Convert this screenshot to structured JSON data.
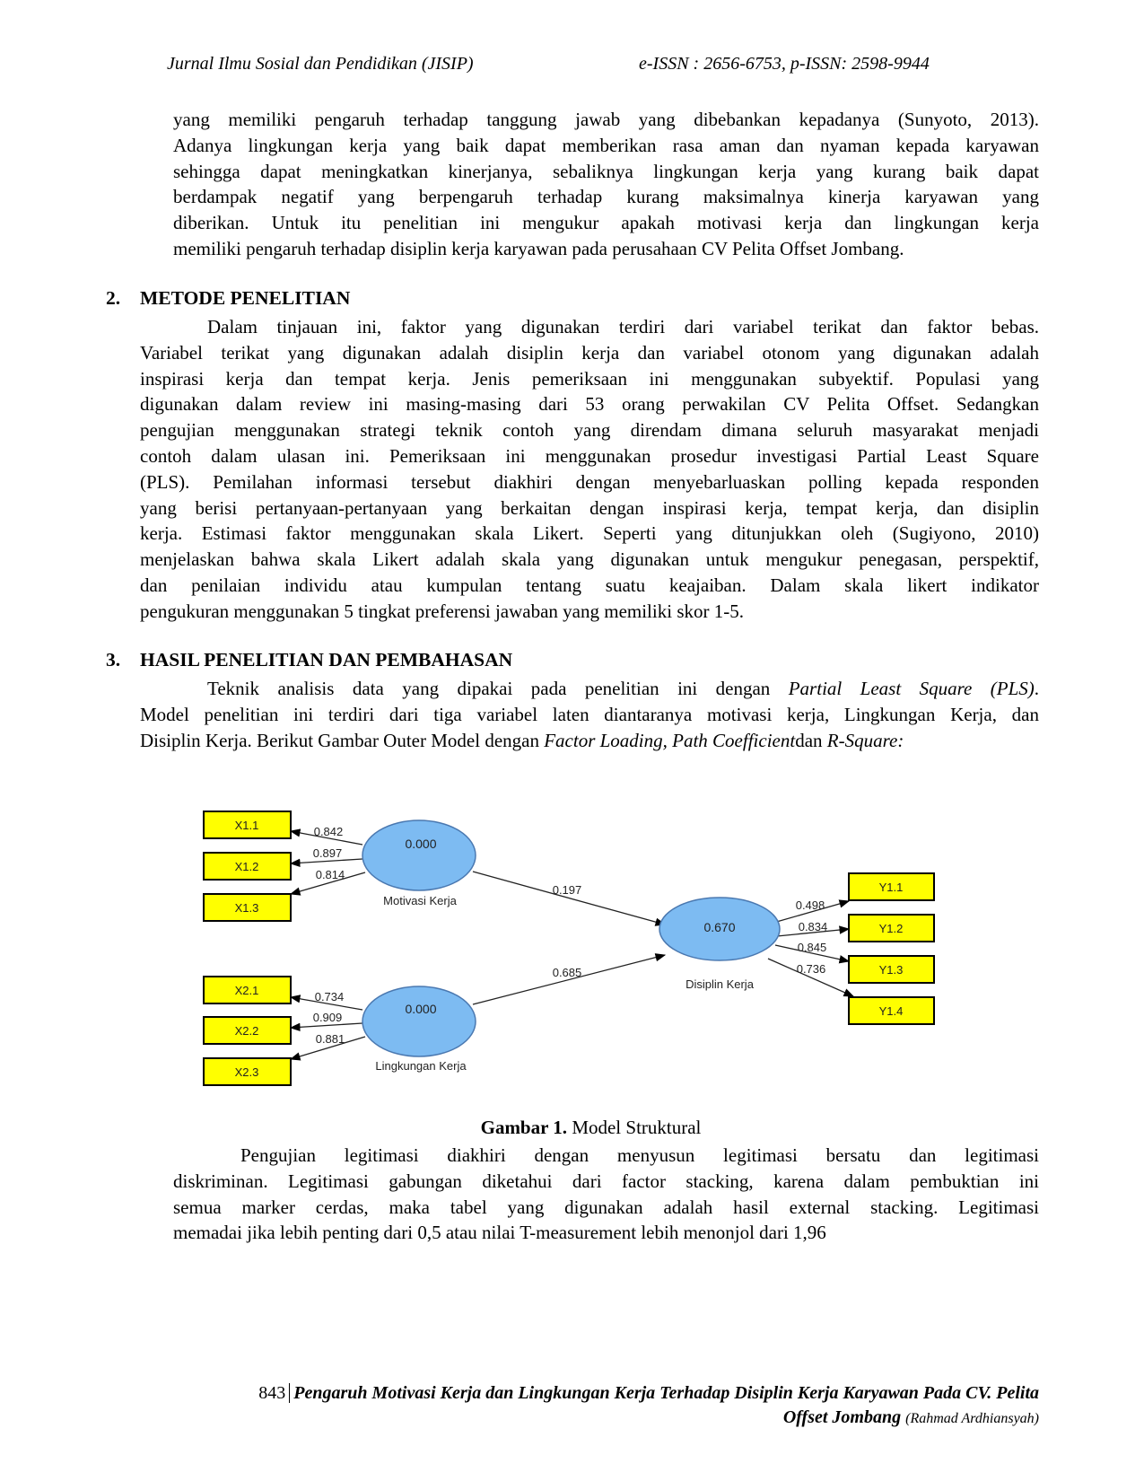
{
  "header": {
    "journal": "Jurnal Ilmu Sosial dan Pendidikan (JISIP)",
    "issn": "e-ISSN  : 2656-6753, p-ISSN: 2598-9944"
  },
  "intro_paragraph": [
    [
      {
        "t": "yang memiliki pengaruh terhadap tanggung jawab yang dibebankan kepadanya (Sunyoto, 2013)."
      }
    ],
    [
      {
        "t": "Adanya lingkungan kerja yang baik dapat memberikan rasa aman dan nyaman kepada karyawan"
      }
    ],
    [
      {
        "t": "sehingga dapat meningkatkan kinerjanya, sebaliknya lingkungan kerja yang kurang baik dapat"
      }
    ],
    [
      {
        "t": "berdampak negatif yang berpengaruh terhadap kurang maksimalnya kinerja karyawan yang"
      }
    ],
    [
      {
        "t": "diberikan. Untuk itu penelitian ini mengukur apakah motivasi kerja dan lingkungan kerja"
      }
    ],
    [
      {
        "t": "memiliki pengaruh terhadap disiplin kerja karyawan pada perusahaan CV Pelita Offset Jombang."
      }
    ]
  ],
  "section2": {
    "number": "2.",
    "title": "METODE PENELITIAN",
    "lines": [
      [
        {
          "t": "Dalam tinjauan ini, faktor yang digunakan terdiri dari variabel terikat dan faktor bebas."
        }
      ],
      [
        {
          "t": "Variabel terikat yang digunakan adalah disiplin kerja dan variabel otonom yang digunakan adalah"
        }
      ],
      [
        {
          "t": "inspirasi kerja dan tempat kerja. Jenis pemeriksaan ini menggunakan subyektif. Populasi yang"
        }
      ],
      [
        {
          "t": "digunakan dalam review ini masing-masing dari 53 orang perwakilan CV Pelita Offset. Sedangkan"
        }
      ],
      [
        {
          "t": "pengujian menggunakan strategi teknik contoh yang direndam dimana seluruh masyarakat menjadi"
        }
      ],
      [
        {
          "t": "contoh dalam ulasan ini. Pemeriksaan ini menggunakan prosedur investigasi Partial Least Square"
        }
      ],
      [
        {
          "t": "(PLS). Pemilahan informasi tersebut diakhiri dengan menyebarluaskan polling kepada responden"
        }
      ],
      [
        {
          "t": "yang berisi pertanyaan-pertanyaan yang berkaitan dengan inspirasi kerja, tempat kerja, dan disiplin"
        }
      ],
      [
        {
          "t": "kerja. Estimasi faktor menggunakan skala Likert. Seperti yang ditunjukkan oleh (Sugiyono, 2010)"
        }
      ],
      [
        {
          "t": "menjelaskan bahwa skala Likert adalah skala yang digunakan untuk mengukur penegasan, perspektif,"
        }
      ],
      [
        {
          "t": "dan penilaian individu atau kumpulan tentang suatu keajaiban. Dalam skala likert indikator"
        }
      ],
      [
        {
          "t": "pengukuran menggunakan 5 tingkat preferensi jawaban yang memiliki skor 1-5."
        }
      ]
    ]
  },
  "section3": {
    "number": "3.",
    "title": "HASIL PENELITIAN DAN PEMBAHASAN",
    "lines": [
      [
        {
          "t": "Teknik analisis data yang dipakai pada penelitian ini dengan "
        },
        {
          "t": "Partial Least Square (PLS)",
          "i": true
        },
        {
          "t": "."
        }
      ],
      [
        {
          "t": "Model penelitian ini terdiri dari tiga variabel laten diantaranya motivasi kerja, Lingkungan Kerja, dan"
        }
      ],
      [
        {
          "t": "Disiplin Kerja. Berikut Gambar Outer Model dengan "
        },
        {
          "t": "Factor Loading, Path Coefficient",
          "i": true
        },
        {
          "t": "dan "
        },
        {
          "t": "R-Square:",
          "i": true
        }
      ]
    ]
  },
  "diagram": {
    "latent": {
      "motivasi": {
        "name": "Motivasi Kerja",
        "value": "0.000"
      },
      "lingkungan": {
        "name": "Lingkungan Kerja",
        "value": "0.000"
      },
      "disiplin": {
        "name": "Disiplin Kerja",
        "value": "0.670"
      }
    },
    "indicators": {
      "x1": [
        {
          "label": "X1.1",
          "loading": "0.842"
        },
        {
          "label": "X1.2",
          "loading": "0.897"
        },
        {
          "label": "X1.3",
          "loading": "0.814"
        }
      ],
      "x2": [
        {
          "label": "X2.1",
          "loading": "0.734"
        },
        {
          "label": "X2.2",
          "loading": "0.909"
        },
        {
          "label": "X2.3",
          "loading": "0.881"
        }
      ],
      "y1": [
        {
          "label": "Y1.1",
          "loading": "0.498"
        },
        {
          "label": "Y1.2",
          "loading": "0.834"
        },
        {
          "label": "Y1.3",
          "loading": "0.845"
        },
        {
          "label": "Y1.4",
          "loading": "0.736"
        }
      ]
    },
    "paths": {
      "motivasi_disiplin": "0.197",
      "lingkungan_disiplin": "0.685"
    },
    "colors": {
      "indicator_fill": "#ffff00",
      "latent_fill": "#7dbbf2",
      "latent_stroke": "#4a78b0"
    }
  },
  "caption": {
    "label": "Gambar 1.",
    "text": " Model Struktural"
  },
  "closing_paragraph": [
    [
      {
        "t": "Pengujian legitimasi diakhiri dengan menyusun legitimasi bersatu dan legitimasi"
      }
    ],
    [
      {
        "t": "diskriminan. Legitimasi gabungan diketahui dari factor stacking, karena dalam pembuktian ini"
      }
    ],
    [
      {
        "t": "semua marker cerdas, maka tabel yang digunakan adalah hasil external stacking. Legitimasi"
      }
    ],
    [
      {
        "t": "memadai jika lebih penting dari 0,5 atau nilai T-measurement lebih menonjol dari 1,96"
      }
    ]
  ],
  "footer": {
    "page": "843",
    "title_line1": "Pengaruh Motivasi Kerja dan Lingkungan Kerja Terhadap Disiplin Kerja Karyawan Pada CV. Pelita",
    "title_line2": "Offset Jombang",
    "author": "(Rahmad Ardhiansyah)"
  }
}
